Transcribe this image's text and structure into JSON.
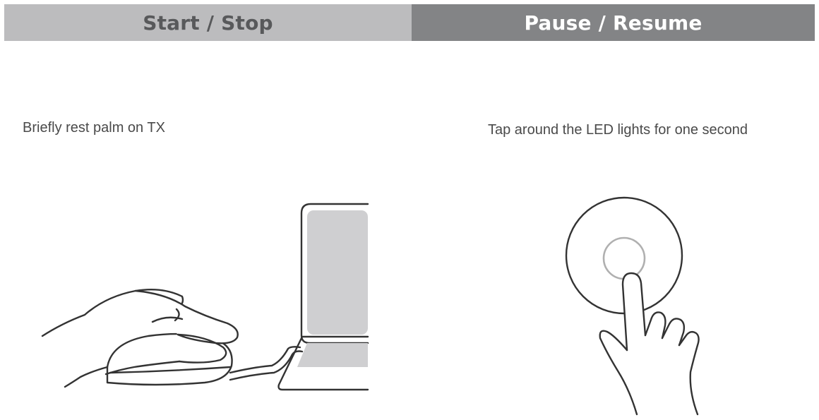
{
  "panels": {
    "left": {
      "title": "Start / Stop",
      "caption": "Briefly rest palm on TX",
      "illustration": "hand-on-mouse-at-computer-icon"
    },
    "right": {
      "title": "Pause / Resume",
      "caption": "Tap around the LED lights for one second",
      "illustration": "finger-tapping-led-icon"
    }
  },
  "colors": {
    "left_header_bg": "#bcbcbe",
    "left_header_text": "#58595b",
    "right_header_bg": "#838486",
    "right_header_text": "#ffffff",
    "screen_fill": "#cfcfd1"
  }
}
